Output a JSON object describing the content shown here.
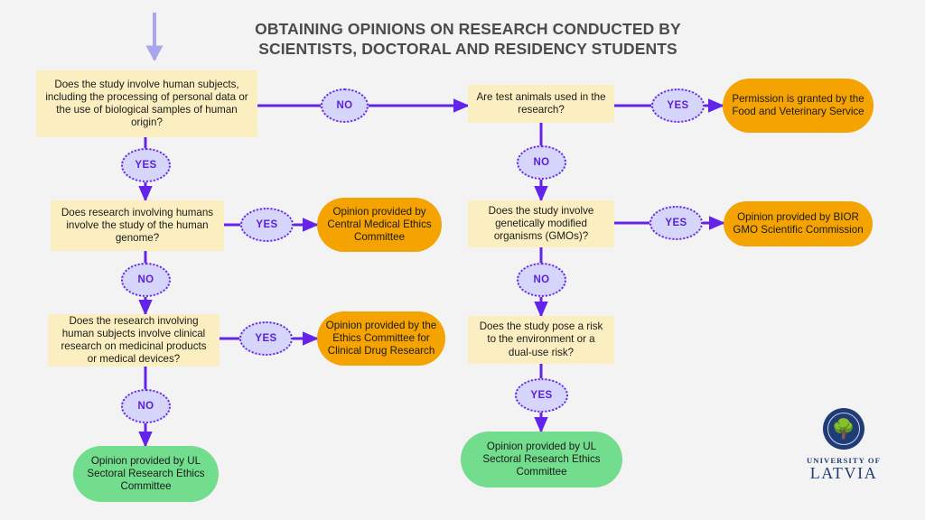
{
  "title": "OBTAINING OPINIONS ON RESEARCH CONDUCTED BY SCIENTISTS, DOCTORAL AND RESIDENCY STUDENTS",
  "colors": {
    "background": "#f4f3f3",
    "question_box": "#fbefc1",
    "outcome_orange": "#f5a300",
    "outcome_green": "#71dd8d",
    "decision_fill": "#d6d5fb",
    "decision_border": "#6423e8",
    "connector": "#6423e8",
    "entry_arrow": "#a9a5ef",
    "logo_navy": "#1f3c77",
    "title_text": "#4b4b4b"
  },
  "entry_arrow": "down-arrow-icon",
  "questions": {
    "human_subjects": "Does the study involve human subjects, including the processing of personal data or the use of biological samples of human origin?",
    "human_genome": "Does research involving humans involve the study of the human genome?",
    "clinical_research": "Does the research involving human subjects involve clinical research on medicinal products or medical devices?",
    "test_animals": "Are test animals used in the research?",
    "gmo": "Does the study involve genetically modified organisms (GMOs)?",
    "risk": "Does the study pose a risk to the environment or a dual-use risk?"
  },
  "outcomes": {
    "food_veterinary": "Permission is granted by the Food and Veterinary Service",
    "central_medical_ethics": "Opinion provided by Central Medical Ethics Committee",
    "bior_gmo": "Opinion provided by BIOR GMO Scientific Commission",
    "clinical_drug": "Opinion provided by the Ethics Committee for Clinical Drug Research",
    "ul_sectoral_left": "Opinion provided by UL Sectoral Research Ethics Committee",
    "ul_sectoral_right": "Opinion provided by UL Sectoral Research Ethics Committee"
  },
  "decisions": {
    "yes": "YES",
    "no": "NO",
    "human_subjects_no": "NO",
    "human_subjects_yes": "YES",
    "human_genome_yes": "YES",
    "human_genome_no": "NO",
    "clinical_yes": "YES",
    "clinical_no": "NO",
    "animals_yes": "YES",
    "animals_no": "NO",
    "gmo_yes": "YES",
    "gmo_no": "NO",
    "risk_yes": "YES"
  },
  "logo": {
    "seal_icon": "tree-seal-icon",
    "line1": "UNIVERSITY OF",
    "line2": "LATVIA"
  }
}
